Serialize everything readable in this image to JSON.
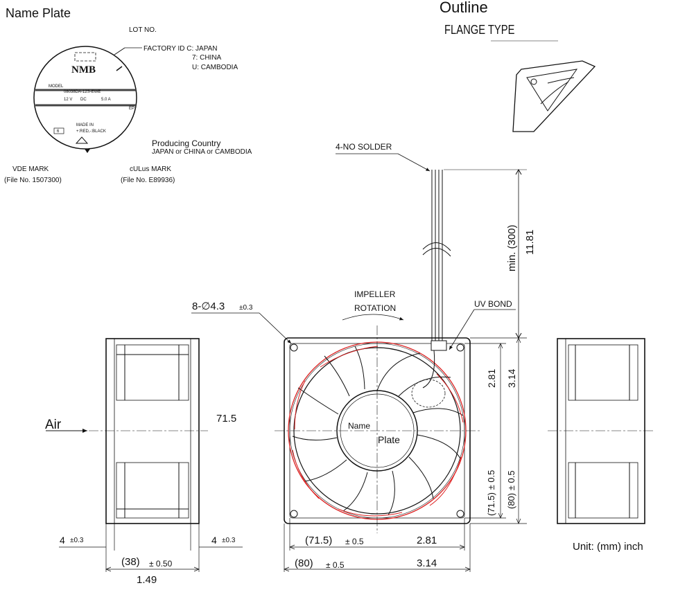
{
  "name_plate": {
    "title": "Name Plate",
    "lot_no": "LOT NO.",
    "factory_id": "FACTORY ID C: JAPAN",
    "factory_7": "7: CHINA",
    "factory_u": "U: CAMBODIA",
    "logo": "NMB",
    "model_label": "MODEL",
    "model_value": "08038DA-12S-EWE",
    "rating_v": "12 V",
    "rating_dc": "DC",
    "rating_a": "5.0 A",
    "ep": "EP",
    "made_in": "MADE IN",
    "lead_legend": "+:RED,-:BLACK",
    "lead_mark": "6",
    "producing_country_title": "Producing Country",
    "producing_country_value": "JAPAN or CHINA or CAMBODIA",
    "vde_mark": "VDE MARK",
    "vde_file": "(File No. 1507300)",
    "culus_mark": "cULus MARK",
    "culus_file": "(File No. E89936)"
  },
  "outline": {
    "title": "Outline",
    "flange_type": "FLANGE TYPE",
    "lead_wire": "4-NO SOLDER",
    "lead_len_mm": "min. (300)",
    "lead_len_in": "11.81",
    "impeller_1": "IMPELLER",
    "impeller_2": "ROTATION",
    "uv_bond": "UV BOND",
    "hole_spec": "8-∅4.3",
    "hole_tol": "±0.3",
    "air_label": "Air",
    "side_center": "71.5",
    "name_label": "Name",
    "plate_label": "Plate",
    "right_281": "2.81",
    "right_314": "3.14",
    "right_715": "(71.5) ± 0.5",
    "right_80": "(80) ± 0.5",
    "bottom_715": "(71.5)",
    "bottom_715_tol": "± 0.5",
    "bottom_281": "2.81",
    "bottom_80": "(80)",
    "bottom_80_tol": "± 0.5",
    "bottom_314": "3.14",
    "side_left_flange": "4",
    "side_left_tol": "±0.3",
    "side_right_flange": "4",
    "side_right_tol": "±0.3",
    "depth_mm": "(38)",
    "depth_tol": "± 0.50",
    "depth_in": "1.49",
    "unit": "Unit: (mm)  inch"
  }
}
